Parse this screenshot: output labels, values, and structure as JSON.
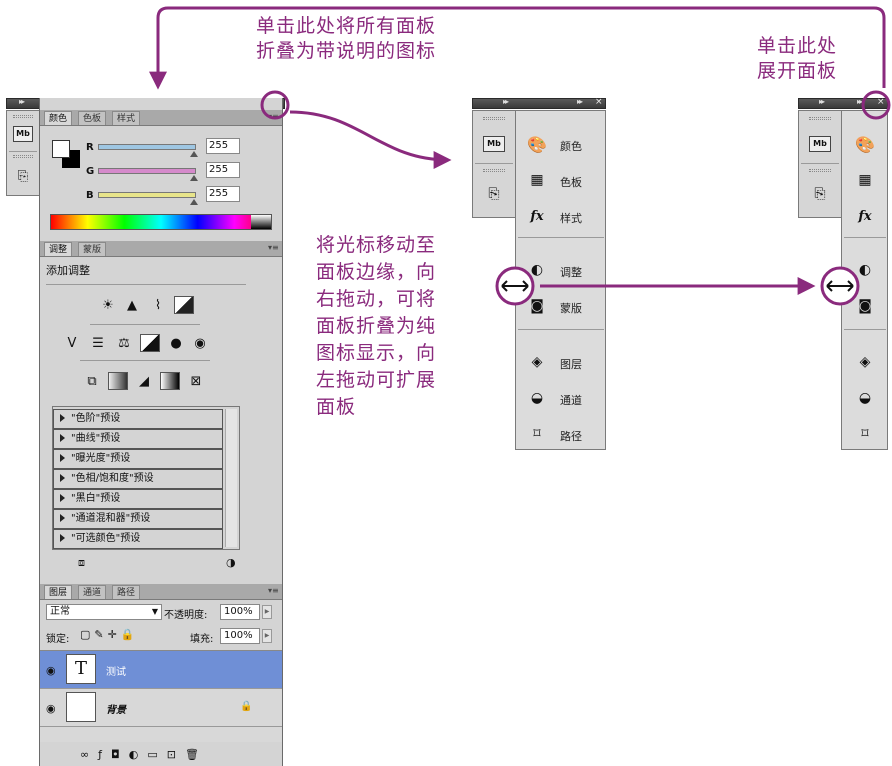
{
  "annotations": {
    "collapse_to_icons": [
      "单击此处将所有面板",
      "折叠为带说明的图标"
    ],
    "expand": [
      "单击此处",
      "展开面板"
    ],
    "drag_hint": [
      "将光标移动至",
      "面板边缘，向",
      "右拖动，可将",
      "面板折叠为纯",
      "图标显示，向",
      "左拖动可扩展",
      "面板"
    ]
  },
  "colors": {
    "annotation": "#8a2a7d",
    "layer_selected": "#6f8fd6"
  },
  "main_panel": {
    "color_group": {
      "tabs": [
        "颜色",
        "色板",
        "样式"
      ],
      "sliders": [
        {
          "label": "R",
          "value": "255",
          "track_color": "#9ec6e2"
        },
        {
          "label": "G",
          "value": "255",
          "track_color": "#d58acb"
        },
        {
          "label": "B",
          "value": "255",
          "track_color": "#e7e48a"
        }
      ]
    },
    "adjust_group": {
      "tabs": [
        "调整",
        "蒙版"
      ],
      "title": "添加调整",
      "presets": [
        "\"色阶\"预设",
        "\"曲线\"预设",
        "\"曝光度\"预设",
        "\"色相/饱和度\"预设",
        "\"黑白\"预设",
        "\"通道混和器\"预设",
        "\"可选颜色\"预设"
      ]
    },
    "layers_group": {
      "tabs": [
        "图层",
        "通道",
        "路径"
      ],
      "blend_mode": "正常",
      "opacity_label": "不透明度:",
      "opacity_value": "100%",
      "lock_label": "锁定:",
      "fill_label": "填充:",
      "fill_value": "100%",
      "layers": [
        {
          "name": "测试",
          "thumb": "T",
          "selected": true
        },
        {
          "name": "背景",
          "thumb": "",
          "selected": false
        }
      ]
    }
  },
  "left_strip": {
    "icons": [
      "mini-bridge-icon",
      "history-icon"
    ],
    "mb_text": "Mb"
  },
  "icon_panel_labeled": {
    "mb_text": "Mb",
    "fx_text": "fx",
    "items": [
      "颜色",
      "色板",
      "样式",
      "调整",
      "蒙版",
      "图层",
      "通道",
      "路径"
    ]
  }
}
